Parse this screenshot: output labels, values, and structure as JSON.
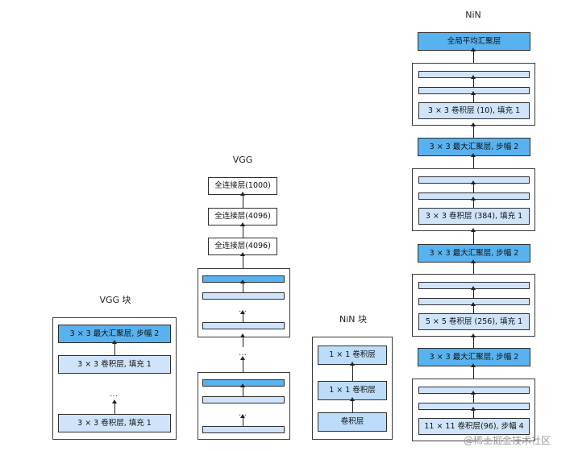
{
  "titles": {
    "vgg_block": "VGG 块",
    "vgg": "VGG",
    "nin_block": "NiN 块",
    "nin": "NiN"
  },
  "vgg_block": {
    "maxpool": "3 × 3 最大汇聚层, 步幅 2",
    "conv_top": "3 × 3 卷积层, 填充 1",
    "dots": "…",
    "conv_bottom": "3 × 3 卷积层, 填充 1"
  },
  "vgg": {
    "fc_1000": "全连接层(1000)",
    "fc_4096_a": "全连接层(4096)",
    "fc_4096_b": "全连接层(4096)",
    "dots": "…"
  },
  "nin_block": {
    "conv1x1_a": "1 × 1 卷积层",
    "conv1x1_b": "1 × 1 卷积层",
    "conv": "卷积层"
  },
  "nin": {
    "gap": "全局平均汇聚层",
    "conv_10": "3 × 3 卷积层 (10), 填充 1",
    "maxpool_1": "3 × 3 最大汇聚层, 步幅 2",
    "conv_384": "3 × 3 卷积层 (384), 填充 1",
    "maxpool_2": "3 × 3 最大汇聚层, 步幅 2",
    "conv_256": "5 × 5 卷积层 (256), 填充 1",
    "maxpool_3": "3 × 3 最大汇聚层, 步幅 2",
    "conv_96": "11 × 11 卷积层(96), 步幅 4"
  },
  "watermark": "@稀土掘金技术社区",
  "colors": {
    "pale_blue": "#cfe4fb",
    "mid_blue": "#bcdcfa",
    "dark_blue": "#58b2f0",
    "border": "#2f2f2f"
  }
}
